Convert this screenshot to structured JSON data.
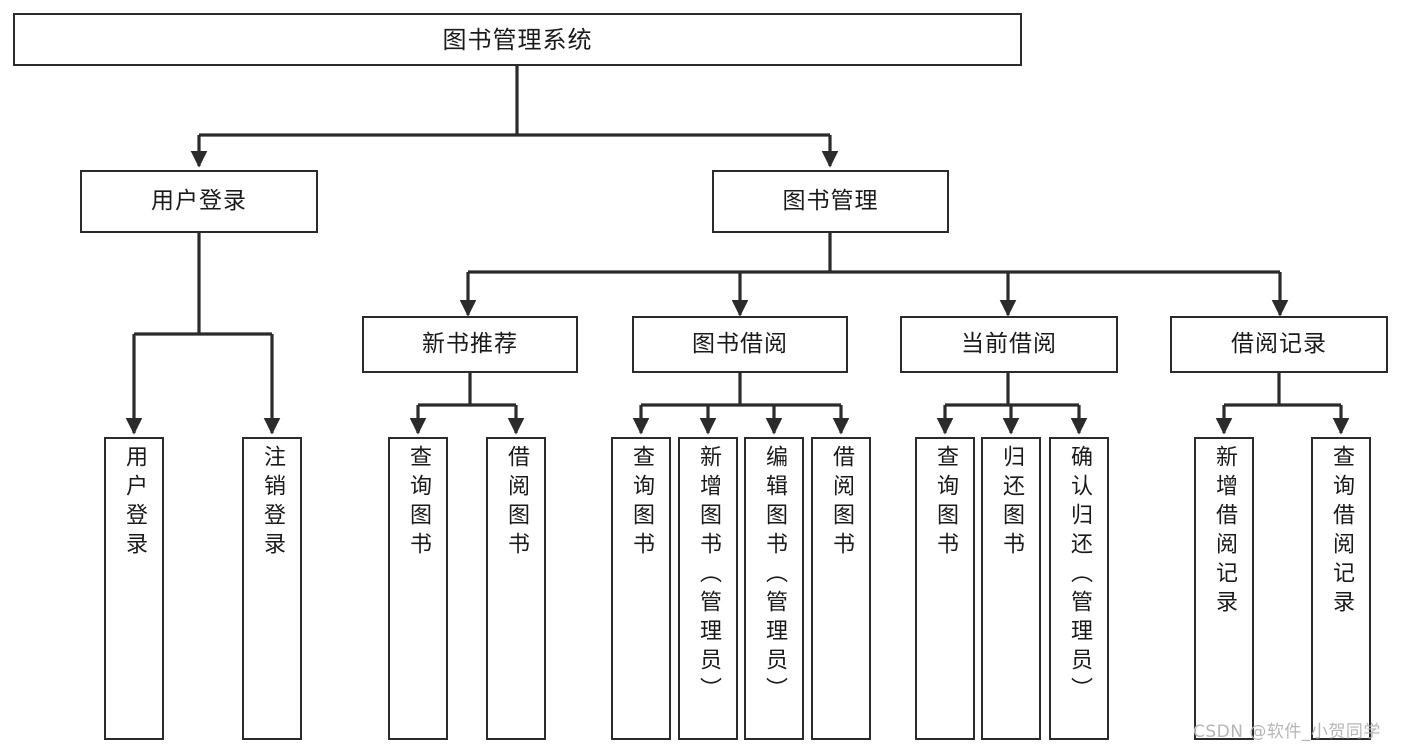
{
  "diagram": {
    "title": "图书管理系统",
    "type": "tree-hierarchy",
    "root": {
      "label": "图书管理系统"
    },
    "level2": [
      {
        "label": "用户登录"
      },
      {
        "label": "图书管理"
      }
    ],
    "level3": [
      {
        "label": "新书推荐"
      },
      {
        "label": "图书借阅"
      },
      {
        "label": "当前借阅"
      },
      {
        "label": "借阅记录"
      }
    ],
    "leaves_user_login": [
      {
        "label": "用户登录"
      },
      {
        "label": "注销登录"
      }
    ],
    "leaves_new_book": [
      {
        "label": "查询图书"
      },
      {
        "label": "借阅图书"
      }
    ],
    "leaves_borrow": [
      {
        "label": "查询图书"
      },
      {
        "label": "新增图书（管理员）"
      },
      {
        "label": "编辑图书（管理员）"
      },
      {
        "label": "借阅图书"
      }
    ],
    "leaves_current": [
      {
        "label": "查询图书"
      },
      {
        "label": "归还图书"
      },
      {
        "label": "确认归还（管理员）"
      }
    ],
    "leaves_records": [
      {
        "label": "新增借阅记录"
      },
      {
        "label": "查询借阅记录"
      }
    ]
  },
  "watermark": {
    "text": "CSDN @软件_小贺同学"
  },
  "colors": {
    "background": "#ffffff",
    "border": "#2b2b2b",
    "text": "#1a1a1a",
    "edge": "#2b2b2b",
    "watermark": "#b6b6b6"
  }
}
